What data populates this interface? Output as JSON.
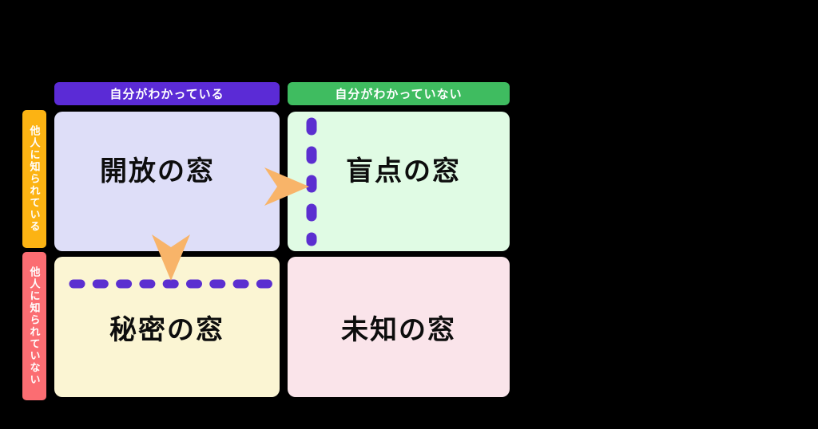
{
  "diagram": {
    "name": "johari-window",
    "column_headers": [
      {
        "label": "自分がわかっている",
        "color": "#5b2bd6"
      },
      {
        "label": "自分がわかっていない",
        "color": "#3fbc60"
      }
    ],
    "row_headers": [
      {
        "label": "他人に知られている",
        "color": "#fcb313"
      },
      {
        "label": "他人に知られていない",
        "color": "#fb6d72"
      }
    ],
    "quadrants": [
      {
        "label": "開放の窓",
        "bg": "#dedef8"
      },
      {
        "label": "盲点の窓",
        "bg": "#e0fbe4"
      },
      {
        "label": "秘密の窓",
        "bg": "#fbf5d3"
      },
      {
        "label": "未知の窓",
        "bg": "#fae4ea"
      }
    ],
    "icons": {
      "arrow_right": "arrow-right-icon",
      "arrow_down": "arrow-down-icon",
      "arrow_color": "#f8b469",
      "dash_color": "#5b2fd0"
    },
    "background": "#000000"
  }
}
